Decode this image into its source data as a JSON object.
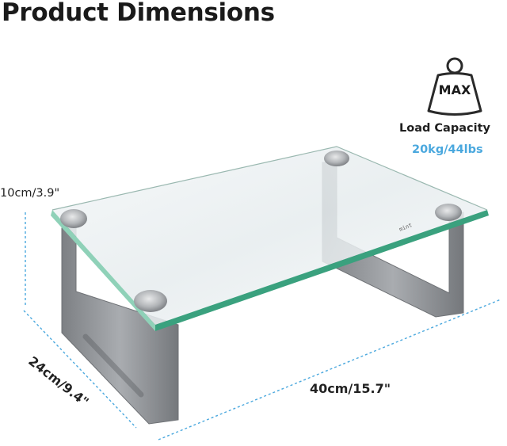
{
  "title": "Product Dimensions",
  "load": {
    "icon": "weight-icon",
    "badge": "MAX",
    "label": "Load Capacity",
    "value": "20kg/44lbs",
    "value_color": "#4aa8de"
  },
  "dimensions": {
    "height": "10cm/3.9\"",
    "depth": "24cm/9.4\"",
    "width": "40cm/15.7\""
  },
  "colors": {
    "dimension_line": "#4aa8de",
    "glass_edge": "#3aa17e",
    "metal": "#8a8d91"
  }
}
